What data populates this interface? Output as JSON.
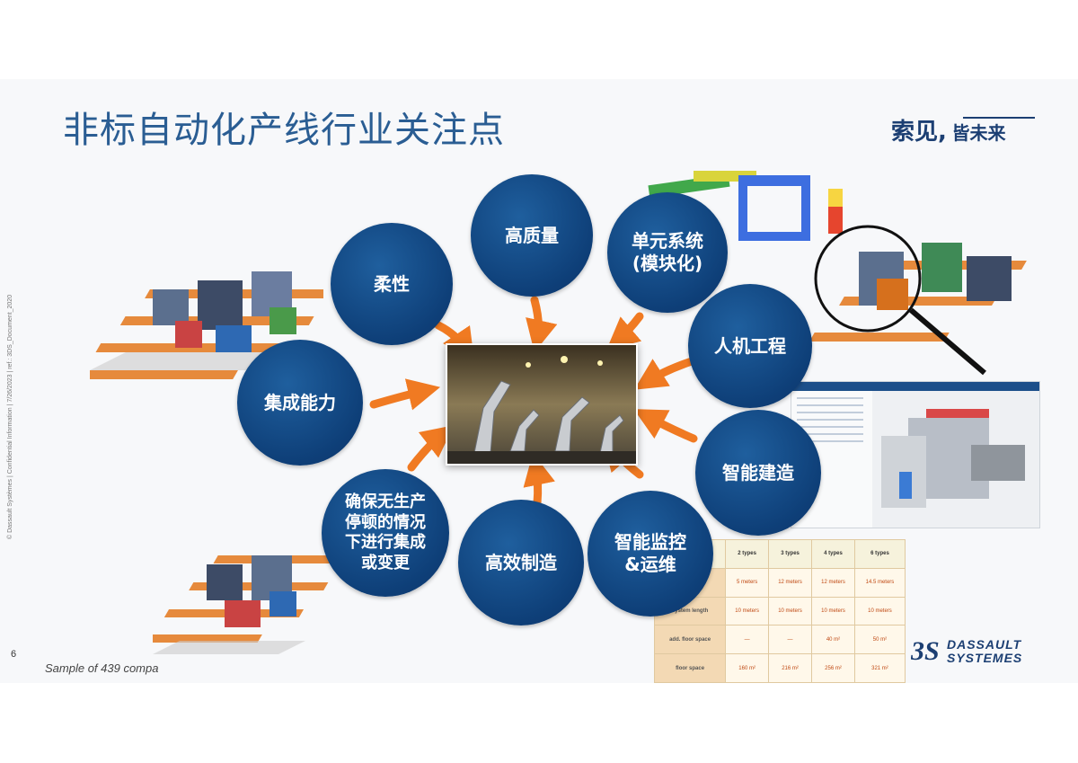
{
  "slide": {
    "title": "非标自动化产线行业关注点",
    "brand": {
      "part1": "索见",
      "part2": "皆未来"
    },
    "side_text": "© Dassault Systèmes | Confidential Information | 7/26/2023 | ref.: 3DS_Document_2020",
    "page_number": "6",
    "footer_note": "Sample of 439 compa",
    "vendor_logo": "DASSAULT\nSYSTEMES"
  },
  "center_image": {
    "icon": "industrial-robot-factory-photo"
  },
  "nodes": [
    {
      "label": "高质量"
    },
    {
      "label": "单元系统\n(模块化)"
    },
    {
      "label": "柔性"
    },
    {
      "label": "人机工程"
    },
    {
      "label": "集成能力"
    },
    {
      "label": "智能建造"
    },
    {
      "label": "确保无生产\n停顿的情况\n下进行集成\n或变更"
    },
    {
      "label": "高效制造"
    },
    {
      "label": "智能监控\n&运维"
    }
  ],
  "comparison_table": {
    "headers": [
      "",
      "2 types",
      "3 types",
      "4 types",
      "6 types"
    ],
    "rows": [
      {
        "label": "",
        "cells": [
          "5 meters",
          "12 meters",
          "12 meters",
          "14.5 meters"
        ]
      },
      {
        "label": "system length",
        "cells": [
          "10 meters",
          "10 meters",
          "10 meters",
          "10 meters"
        ]
      },
      {
        "label": "add. floor space",
        "cells": [
          "—",
          "—",
          "40 m²",
          "50 m²"
        ]
      },
      {
        "label": "floor space",
        "cells": [
          "160 m²",
          "216 m²",
          "256 m²",
          "321 m²"
        ]
      }
    ]
  },
  "colors": {
    "circle": "#0e3f78",
    "arrow": "#f07a22",
    "title": "#2a5d93"
  }
}
